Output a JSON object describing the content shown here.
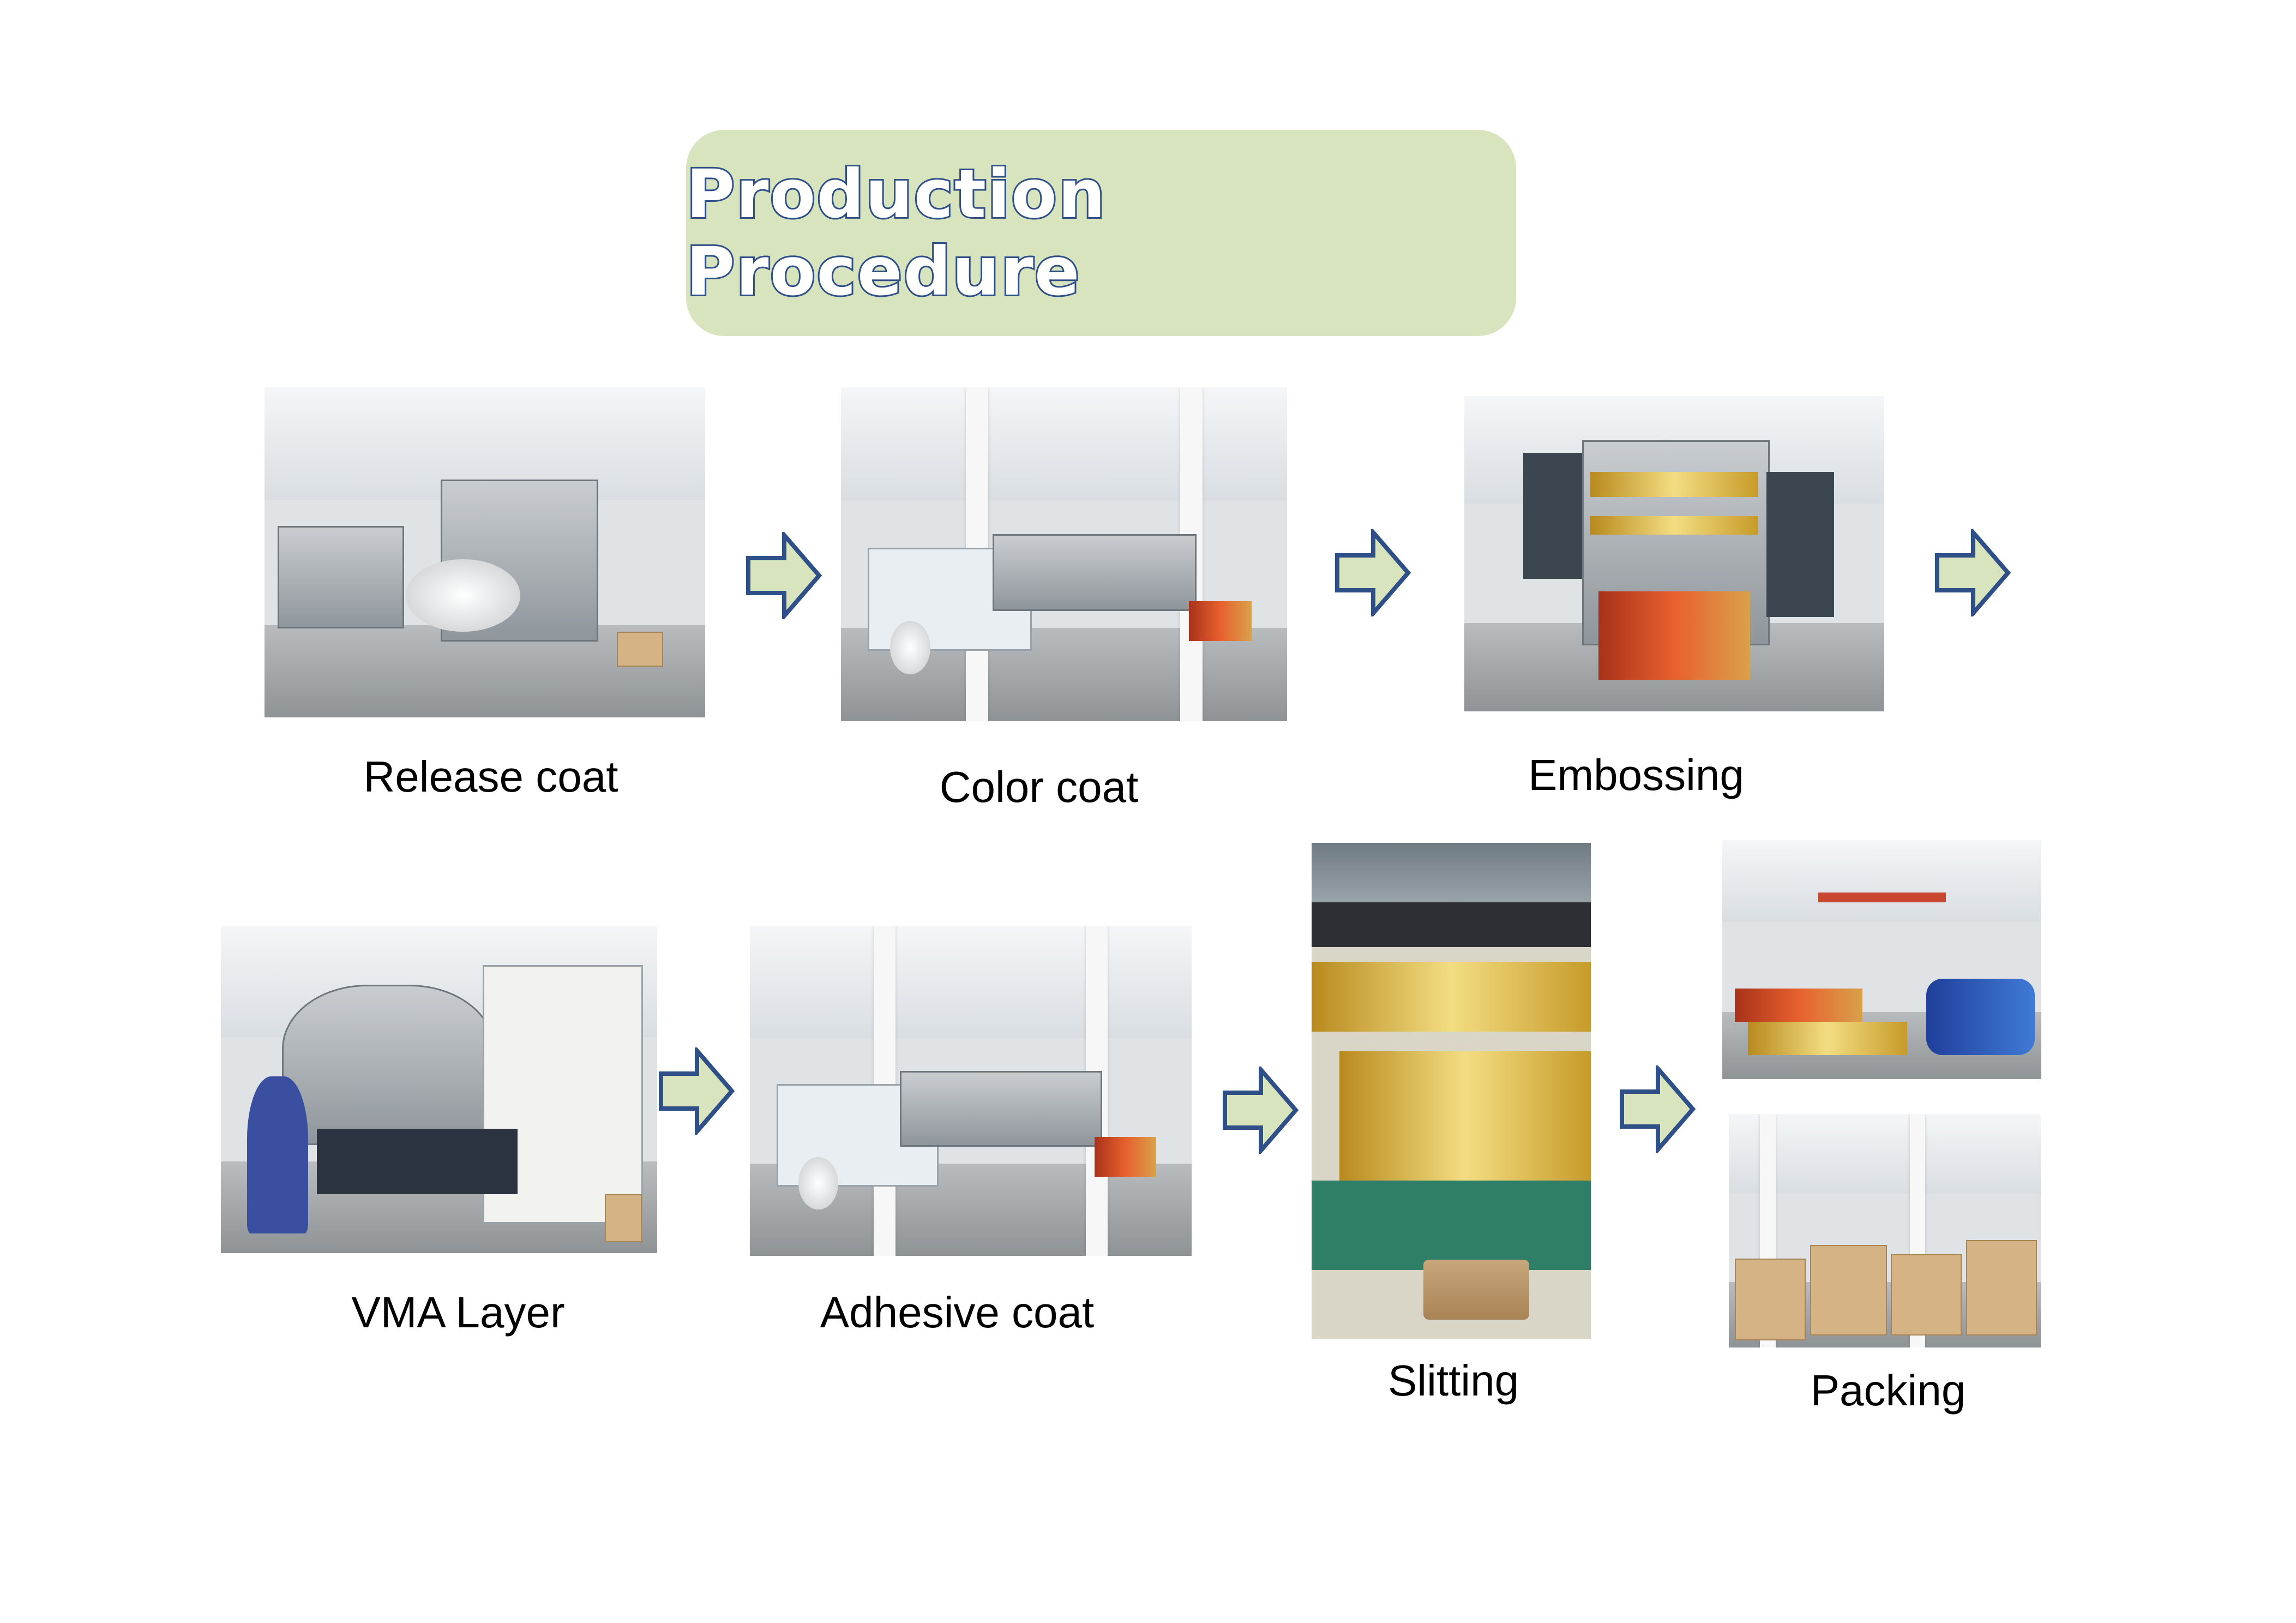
{
  "title": "Production Procedure",
  "colors": {
    "banner_fill": "#d7e4bd",
    "title_outline": "#2e4f88",
    "arrow_fill": "#d7e4bd",
    "arrow_stroke": "#2e4f88"
  },
  "steps": [
    {
      "label": "Release coat"
    },
    {
      "label": "Color coat"
    },
    {
      "label": "Embossing"
    },
    {
      "label": "VMA Layer"
    },
    {
      "label": "Adhesive coat"
    },
    {
      "label": "Slitting"
    },
    {
      "label": "Packing"
    }
  ],
  "icons": {
    "arrow": "right-arrow-icon"
  }
}
